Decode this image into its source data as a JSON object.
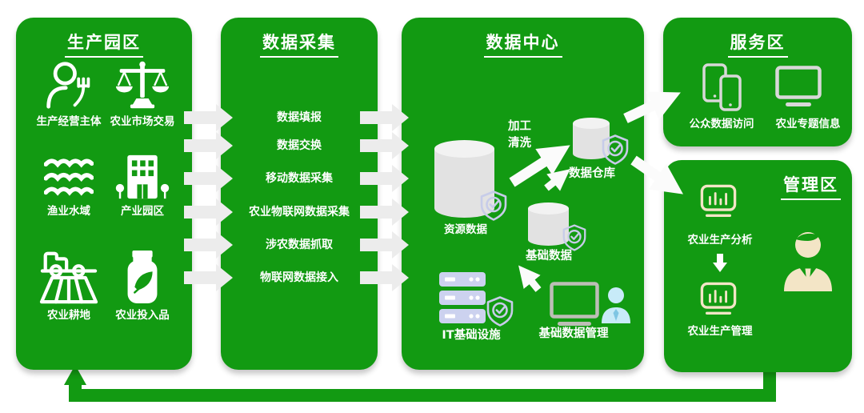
{
  "colors": {
    "panel_green": "#129A12",
    "stage_arrow_gray": "#ECECEC",
    "white_arrow": "#FBFBFB",
    "cylinder_gray": "#E2E2E2",
    "cylinder_top_gray": "#F2F2F2",
    "shield_stroke": "#C7CCE9",
    "server_fill": "#CCD2EF",
    "monitor_gray": "#BDBEB6",
    "person_blue": "#C8EBF8",
    "device_gray": "#D8D8D8",
    "cream": "#F3E5C6",
    "text_white": "#FFFFFF"
  },
  "panels": {
    "production": {
      "title": "生产园区",
      "items": [
        {
          "icon": "farmer-fork-icon",
          "label": "生产经营主体"
        },
        {
          "icon": "balance-scale-icon",
          "label": "农业市场交易"
        },
        {
          "icon": "water-waves-icon",
          "label": "渔业水域"
        },
        {
          "icon": "park-building-icon",
          "label": "产业园区"
        },
        {
          "icon": "farmland-tractor-icon",
          "label": "农业耕地"
        },
        {
          "icon": "input-bottle-leaf-icon",
          "label": "农业投入品"
        }
      ]
    },
    "collection": {
      "title": "数据采集",
      "items": [
        "数据填报",
        "数据交换",
        "移动数据采集",
        "农业物联网数据采集",
        "涉农数据抓取",
        "物联网数据接入"
      ]
    },
    "datacenter": {
      "title": "数据中心",
      "resource_db": "资源数据",
      "process_line1": "加工",
      "process_line2": "清洗",
      "warehouse": "数据仓库",
      "base_db": "基础数据",
      "it_infra": "IT基础设施",
      "base_mgmt": "基础数据管理",
      "icons": [
        "database-cylinder-icon",
        "shield-check-icon",
        "server-rack-icon",
        "desktop-monitor-icon",
        "operator-person-icon"
      ]
    },
    "service": {
      "title": "服务区",
      "items": [
        {
          "icon": "smartphones-icon",
          "label": "公众数据访问"
        },
        {
          "icon": "desktop-monitor-icon",
          "label": "农业专题信息"
        }
      ]
    },
    "management": {
      "title": "管理区",
      "analysis": "农业生产分析",
      "manage": "农业生产管理",
      "icons": [
        "bar-chart-monitor-icon",
        "down-arrow-icon",
        "bar-chart-monitor-icon",
        "manager-person-icon"
      ]
    }
  }
}
